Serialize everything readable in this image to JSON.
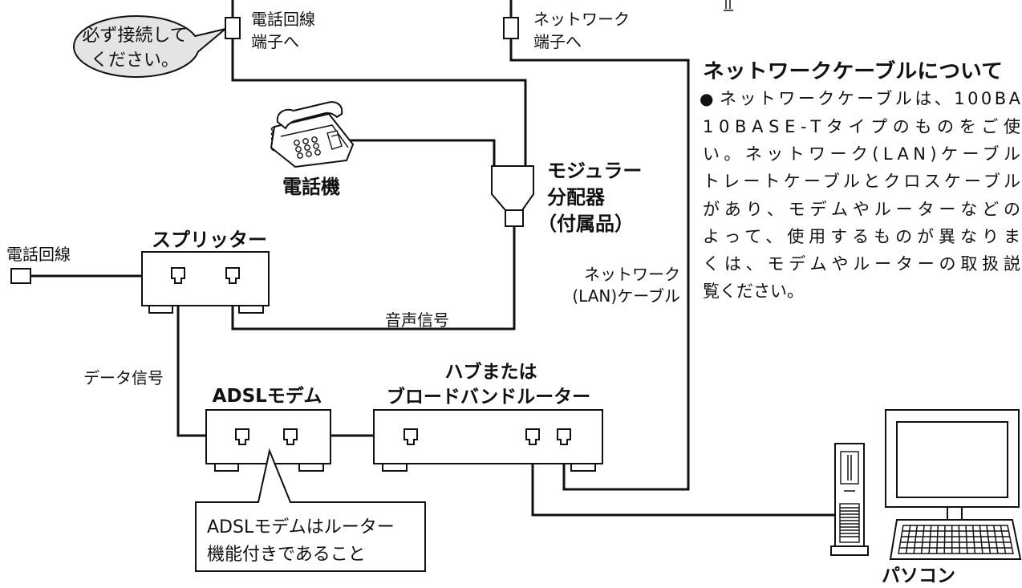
{
  "bubble": {
    "line1": "必ず接続して",
    "line2": "ください。"
  },
  "phone_jack": {
    "line1": "電話回線",
    "line2": "端子へ"
  },
  "network_jack": {
    "line1": "ネットワーク",
    "line2": "端子へ"
  },
  "telephone": {
    "label": "電話機"
  },
  "modular_splitter": {
    "line1": "モジュラー",
    "line2": "分配器",
    "line3": "（付属品）"
  },
  "splitter": {
    "title": "スプリッター"
  },
  "phone_line": {
    "label": "電話回線"
  },
  "voice_signal": {
    "label": "音声信号"
  },
  "data_signal": {
    "label": "データ信号"
  },
  "lan_cable": {
    "line1": "ネットワーク",
    "line2": "(LAN)ケーブル"
  },
  "adsl_modem": {
    "title": "ADSLモデム"
  },
  "hub_router": {
    "line1": "ハブまたは",
    "line2": "ブロードバンドルーター"
  },
  "adsl_note": {
    "line1": "ADSLモデムはルーター",
    "line2": "機能付きであること"
  },
  "pc": {
    "label": "パソコン"
  },
  "cable_info": {
    "title": "ネットワークケーブルについて",
    "bullet": "●",
    "lines": [
      "ネットワークケーブルは、100BA",
      "10BASE-Tタイプのものをご使",
      "い。ネットワーク(LAN)ケーブル",
      "トレートケーブルとクロスケーブル",
      "があり、モデムやルーターなどの",
      "よって、使用するものが異なりま",
      "くは、モデムやルーターの取扱説",
      "覧ください。"
    ]
  }
}
